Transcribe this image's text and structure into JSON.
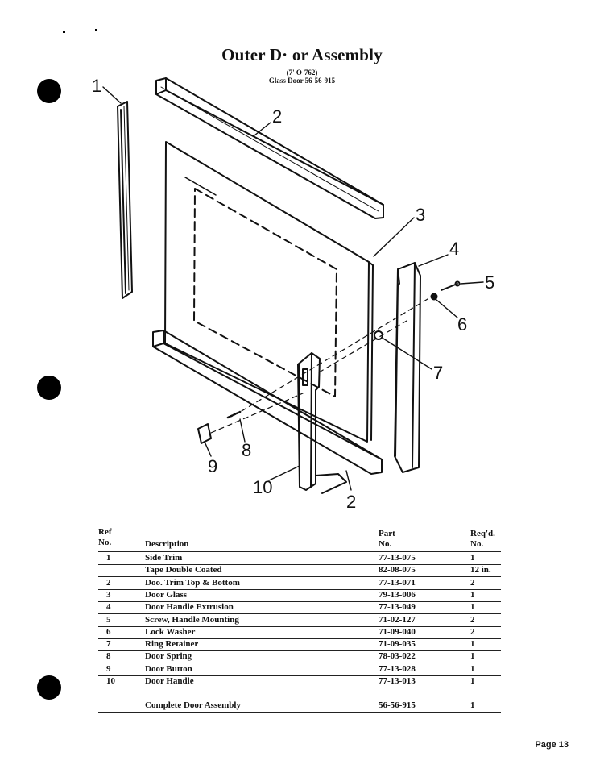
{
  "header": {
    "title": "Outer D· or Assembly",
    "subtitle_1": "(7' O-762)",
    "subtitle_2": "Glass Door 56-56-915"
  },
  "callouts": [
    "1",
    "2",
    "3",
    "4",
    "5",
    "6",
    "7",
    "8",
    "9",
    "10",
    "2"
  ],
  "table": {
    "headers": {
      "ref_1": "Ref",
      "ref_2": "No.",
      "description": "Description",
      "part_1": "Part",
      "part_2": "No.",
      "req_1": "Req'd.",
      "req_2": "No."
    },
    "rows": [
      {
        "ref": "1",
        "description": "Side Trim",
        "part": "77-13-075",
        "req": "1"
      },
      {
        "ref": "",
        "description": "Tape Double Coated",
        "part": "82-08-075",
        "req": "12 in."
      },
      {
        "ref": "2",
        "description": "Doo. Trim Top & Bottom",
        "part": "77-13-071",
        "req": "2"
      },
      {
        "ref": "3",
        "description": "Door Glass",
        "part": "79-13-006",
        "req": "1"
      },
      {
        "ref": "4",
        "description": "Door Handle Extrusion",
        "part": "77-13-049",
        "req": "1"
      },
      {
        "ref": "5",
        "description": "Screw, Handle Mounting",
        "part": "71-02-127",
        "req": "2"
      },
      {
        "ref": "6",
        "description": "Lock Washer",
        "part": "71-09-040",
        "req": "2"
      },
      {
        "ref": "7",
        "description": "Ring Retainer",
        "part": "71-09-035",
        "req": "1"
      },
      {
        "ref": "8",
        "description": "Door Spring",
        "part": "78-03-022",
        "req": "1"
      },
      {
        "ref": "9",
        "description": "Door Button",
        "part": "77-13-028",
        "req": "1"
      },
      {
        "ref": "10",
        "description": "Door Handle",
        "part": "77-13-013",
        "req": "1"
      }
    ],
    "total": {
      "description": "Complete Door Assembly",
      "part": "56-56-915",
      "req": "1"
    }
  },
  "footer": {
    "page": "Page 13"
  }
}
